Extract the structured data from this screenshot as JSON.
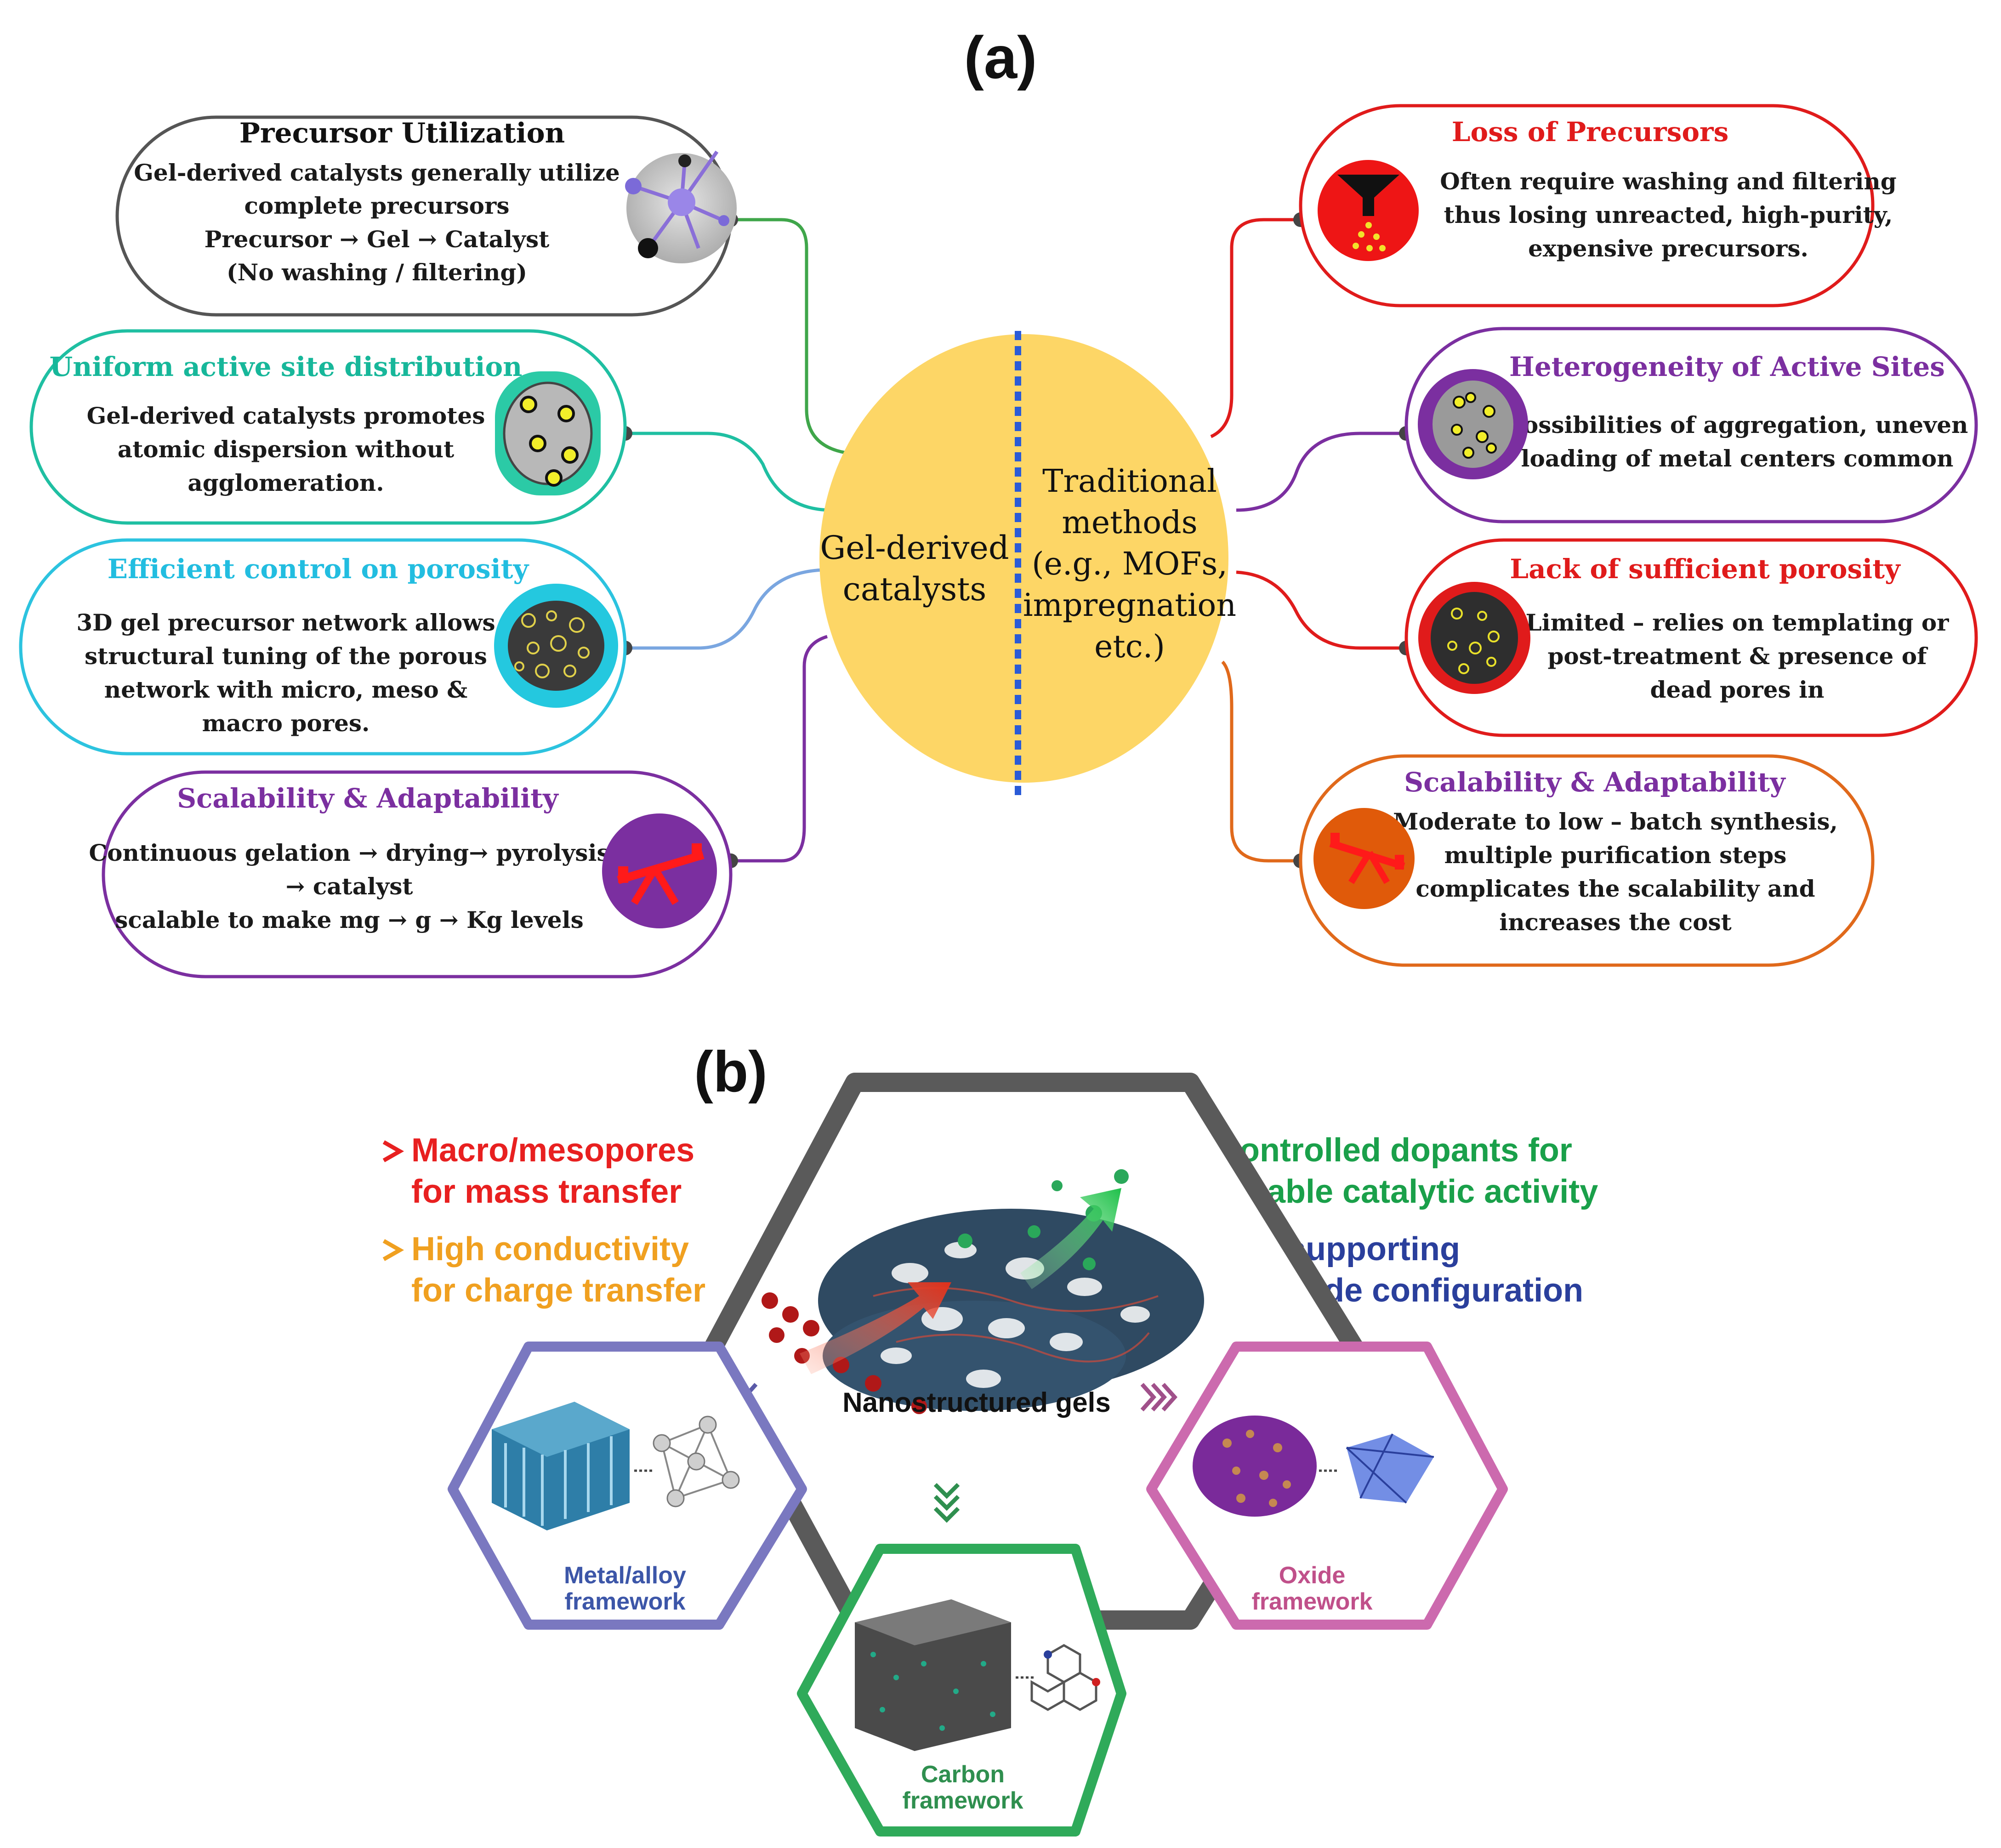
{
  "panel_a": {
    "label": "(a)",
    "center_left": {
      "lines": [
        "Gel-derived",
        "catalysts"
      ]
    },
    "center_right": {
      "lines": [
        "Traditional",
        "methods",
        "(e.g., MOFs,",
        "impregnation",
        "etc.)"
      ]
    },
    "left_boxes": [
      {
        "title": "Precursor Utilization",
        "lines": [
          "Gel-derived catalysts generally utilize",
          "complete precursors",
          "Precursor → Gel → Catalyst",
          "(No washing / filtering)"
        ]
      },
      {
        "title": "Uniform active site distribution",
        "lines": [
          "Gel-derived catalysts promotes",
          "atomic dispersion without",
          "agglomeration."
        ]
      },
      {
        "title": "Efficient control on porosity",
        "lines": [
          "3D gel precursor network allows",
          "structural tuning of  the porous",
          "network with micro, meso &",
          "macro pores."
        ]
      },
      {
        "title": "Scalability & Adaptability",
        "lines": [
          "Continuous gelation → drying→ pyrolysis",
          "→ catalyst",
          "scalable to make mg → g → Kg levels"
        ]
      }
    ],
    "right_boxes": [
      {
        "title": "Loss of Precursors",
        "lines": [
          "Often require washing  and filtering",
          "thus losing unreacted, high-purity,",
          "expensive precursors."
        ]
      },
      {
        "title": "Heterogeneity of Active Sites",
        "lines": [
          "Possibilities of aggregation, uneven",
          "loading of metal centers common"
        ]
      },
      {
        "title": "Lack of sufficient porosity",
        "lines": [
          "Limited – relies on templating or",
          "post-treatment & presence of",
          "dead pores in"
        ]
      },
      {
        "title": "Scalability & Adaptability",
        "lines": [
          "Moderate to low – batch synthesis,",
          "multiple purification steps",
          "complicates the scalability and",
          "increases the cost"
        ]
      }
    ],
    "colors": {
      "left": [
        "#555555",
        "#1fbfa2",
        "#2cc3df",
        "#7b2fa0"
      ],
      "right": [
        "#e01b1b",
        "#7b2fa0",
        "#e01b1b",
        "#e0691b"
      ],
      "titles_left": [
        "#111111",
        "#17b79a",
        "#22bde0",
        "#7b2fa0"
      ],
      "titles_right": [
        "#e01b1b",
        "#7b2fa0",
        "#e01b1b",
        "#7b2fa0"
      ],
      "center": "#fdd666",
      "divider": "#2a5bd7"
    }
  },
  "panel_b": {
    "label": "(b)",
    "bullets_left": [
      {
        "lines": [
          "Macro/mesopores",
          "for mass transfer"
        ],
        "color": "#e82020"
      },
      {
        "lines": [
          "High conductivity",
          "for charge transfer"
        ],
        "color": "#f0a020"
      }
    ],
    "bullets_right": [
      {
        "lines": [
          "Controlled dopants for",
          "tunable catalytic activity"
        ],
        "color": "#1aa04a"
      },
      {
        "lines": [
          "Self-supporting",
          "electrode configuration"
        ],
        "color": "#2a3f9c"
      }
    ],
    "center_hex_label": "Nanostructured gels",
    "hex_metal": {
      "lines": [
        "Metal/alloy",
        "framework"
      ],
      "color": "#3c56a8"
    },
    "hex_carbon": {
      "lines": [
        "Carbon",
        "framework"
      ],
      "color": "#2f8f4f"
    },
    "hex_oxide": {
      "lines": [
        "Oxide",
        "framework"
      ],
      "color": "#c0508a"
    }
  }
}
